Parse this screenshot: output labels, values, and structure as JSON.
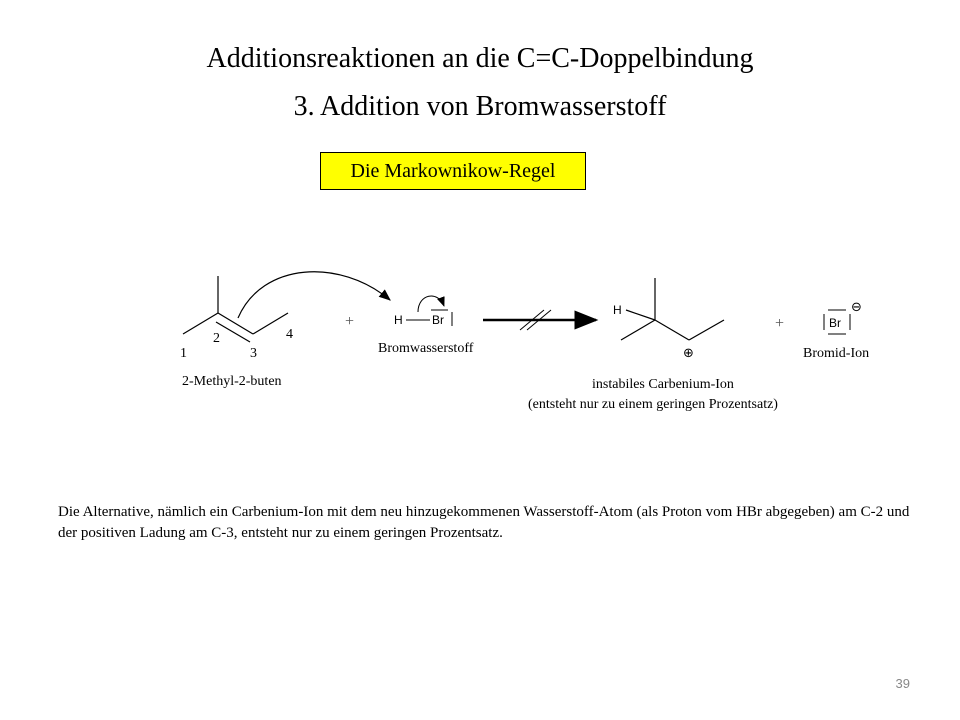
{
  "title": "Additionsreaktionen an die C=C-Doppelbindung",
  "subtitle": "3. Addition von Bromwasserstoff",
  "rule_box": "Die Markownikow-Regel",
  "reaction": {
    "reactant_numbers": [
      "1",
      "2",
      "3",
      "4"
    ],
    "reactant_name": "2-Methyl-2-buten",
    "plus_1": "+",
    "hbr_h": "H",
    "hbr_br": "Br",
    "hbr_name": "Bromwasserstoff",
    "product_h": "H",
    "product_charge": "⊕",
    "product_name_line1": "instabiles Carbenium-Ion",
    "product_name_line2": "(entsteht nur zu einem geringen Prozentsatz)",
    "plus_2": "+",
    "bromide_br": "Br",
    "bromide_charge": "⊖",
    "bromide_name": "Bromid-Ion"
  },
  "paragraph": "Die Alternative, nämlich ein Carbenium-Ion mit dem neu hinzugekommenen Wasserstoff-Atom (als Proton vom HBr abgegeben) am C-2 und der positiven Ladung am C-3, entsteht nur zu einem geringen Prozentsatz.",
  "page_number": "39"
}
